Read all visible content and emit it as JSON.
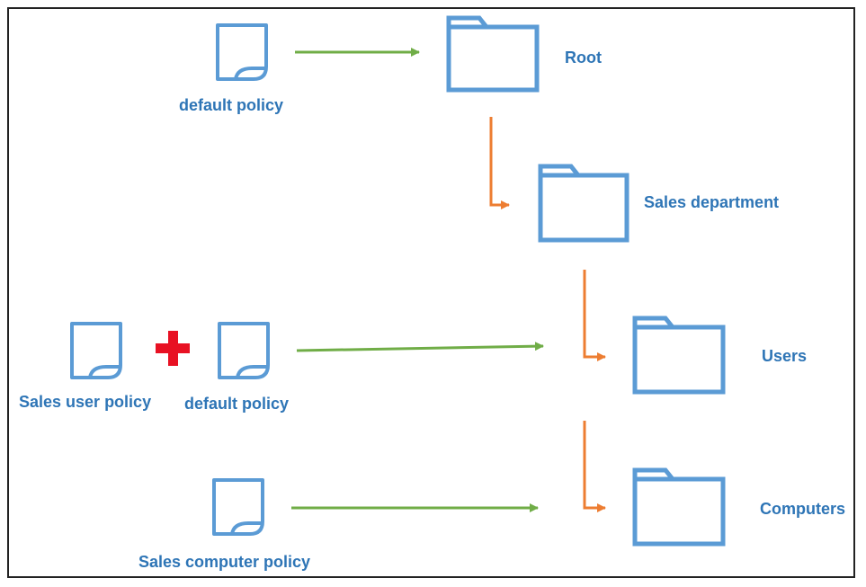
{
  "colors": {
    "icon_stroke": "#5b9bd5",
    "label_text": "#2e75b6",
    "policy_arrow": "#70ad47",
    "hierarchy_arrow": "#ed7d31",
    "plus_sign": "#e81123",
    "frame_border": "#222222"
  },
  "icons": {
    "policy": "document-icon",
    "container": "folder-icon",
    "combine": "plus-icon"
  },
  "folders": {
    "root": "Root",
    "sales_department": "Sales department",
    "users": "Users",
    "computers": "Computers"
  },
  "policies": {
    "top_default": "default policy",
    "sales_user": "Sales user policy",
    "users_default": "default policy",
    "sales_computer": "Sales computer policy"
  }
}
